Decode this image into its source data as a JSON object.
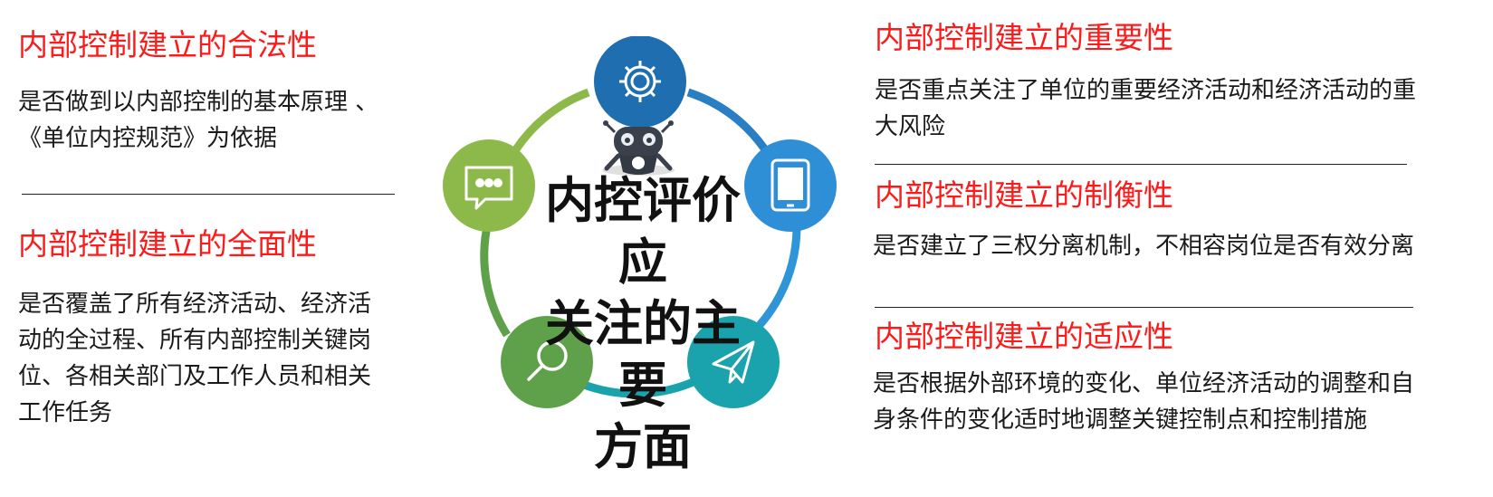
{
  "center_title_lines": [
    "内控评价应",
    "关注的主要",
    "方面"
  ],
  "left": {
    "legality": {
      "title": "内部控制建立的合法性",
      "text": "是否做到以内部控制的基本原理 、《单位内控规范》为依据"
    },
    "comprehensiveness": {
      "title": "内部控制建立的全面性",
      "text": "是否覆盖了所有经济活动、经济活动的全过程、所有内部控制关键岗位、各相关部门及工作人员和相关工作任务"
    }
  },
  "right": {
    "importance": {
      "title": "内部控制建立的重要性",
      "text": "是否重点关注了单位的重要经济活动和经济活动的重大风险"
    },
    "checks_balances": {
      "title": "内部控制建立的制衡性",
      "text": "是否建立了三权分离机制，不相容岗位是否有效分离"
    },
    "adaptability": {
      "title": "内部控制建立的适应性",
      "text": "是否根据外部环境的变化、单位经济活动的调整和自身条件的变化适时地调整关键控制点和控制措施"
    }
  },
  "colors": {
    "heading": "#ff1a1a",
    "gear_node": "#1f6fb0",
    "tablet_node": "#2f8fd6",
    "plane_node": "#1aa3ad",
    "search_node": "#5fa14a",
    "chat_node": "#8db94a"
  },
  "icons": [
    "gear-icon",
    "tablet-icon",
    "paper-plane-icon",
    "search-icon",
    "chat-bubble-icon",
    "robot-mascot-icon"
  ]
}
